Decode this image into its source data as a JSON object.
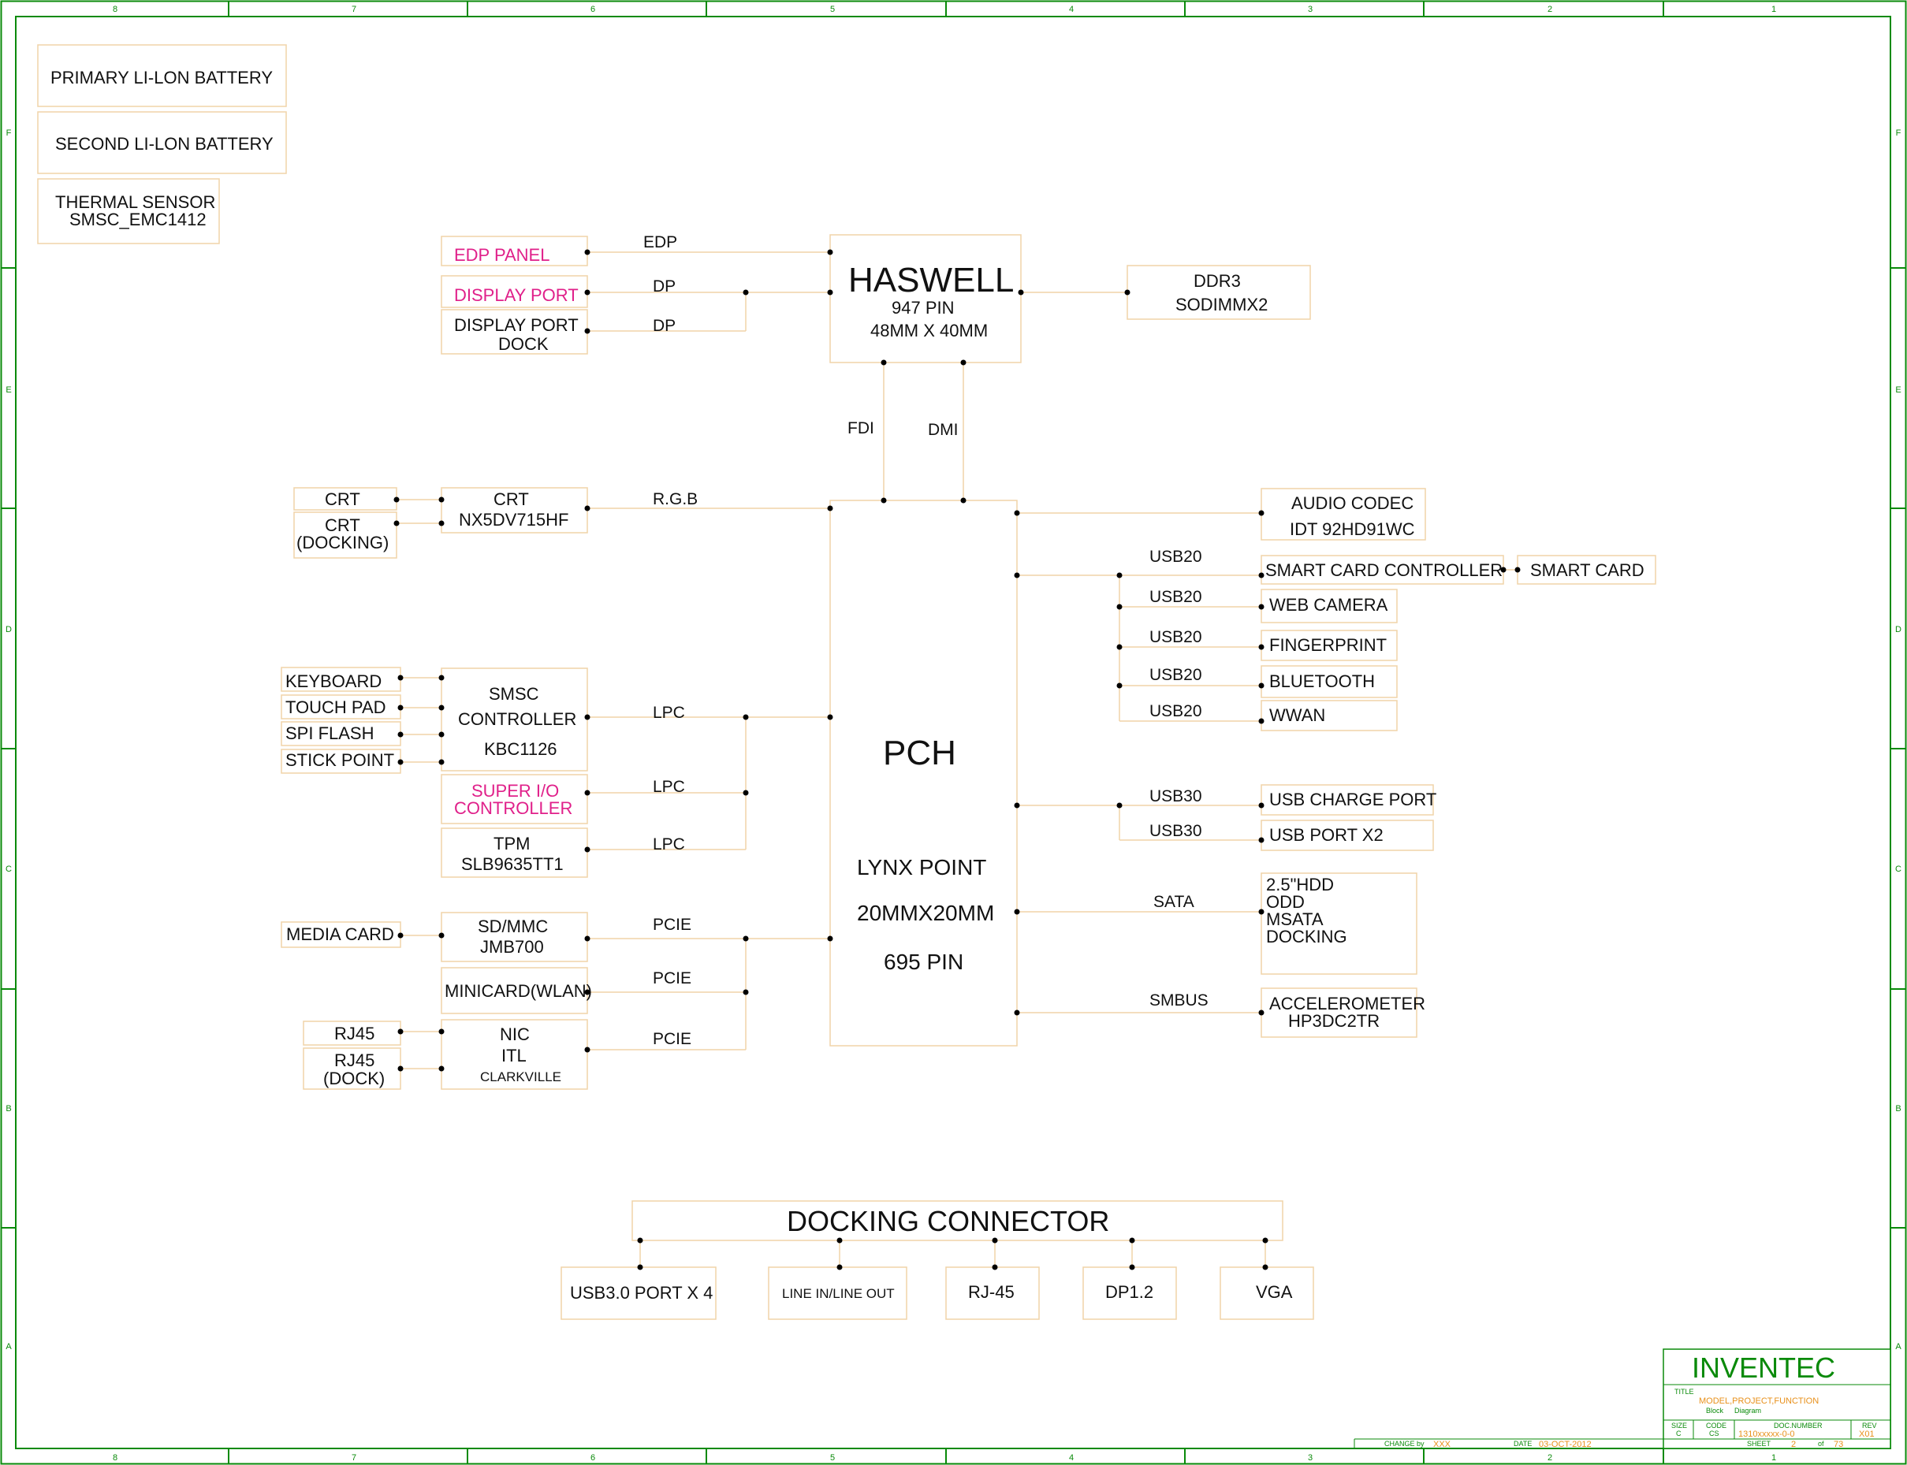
{
  "frame": {
    "columns": [
      "8",
      "7",
      "6",
      "5",
      "4",
      "3",
      "2",
      "1"
    ],
    "rows": [
      "F",
      "E",
      "D",
      "C",
      "B",
      "A"
    ]
  },
  "notes": {
    "battery1": "PRIMARY LI-LON BATTERY",
    "battery2": "SECOND LI-LON BATTERY",
    "thermal_line1": "THERMAL SENSOR",
    "thermal_line2": "SMSC_EMC1412"
  },
  "cpu": {
    "name": "HASWELL",
    "pins": "947 PIN",
    "size": "48MM X 40MM"
  },
  "memory": {
    "line1": "DDR3",
    "line2": "SODIMMX2"
  },
  "display": {
    "edp_panel": "EDP PANEL",
    "display_port": "DISPLAY PORT",
    "dock_line1": "DISPLAY PORT",
    "dock_line2": "DOCK",
    "sig_edp": "EDP",
    "sig_dp1": "DP",
    "sig_dp2": "DP"
  },
  "links": {
    "fdi": "FDI",
    "dmi": "DMI"
  },
  "pch": {
    "name": "PCH",
    "line1": "LYNX POINT",
    "line2": "20MMX20MM",
    "line3": "695 PIN"
  },
  "crt": {
    "crt": "CRT",
    "crt_dock_line1": "CRT",
    "crt_dock_line2": "(DOCKING)",
    "chip_line1": "CRT",
    "chip_line2": "NX5DV715HF",
    "sig": "R.G.B"
  },
  "ec": {
    "keyboard": "KEYBOARD",
    "touchpad": "TOUCH PAD",
    "spiflash": "SPI FLASH",
    "stickpoint": "STICK POINT",
    "line1": "SMSC",
    "line2": "CONTROLLER",
    "line3": "KBC1126",
    "sig": "LPC"
  },
  "superio": {
    "line1": "SUPER I/O",
    "line2": "CONTROLLER",
    "sig": "LPC"
  },
  "tpm": {
    "line1": "TPM",
    "line2": "SLB9635TT1",
    "sig": "LPC"
  },
  "sd": {
    "media": "MEDIA CARD",
    "line1": "SD/MMC",
    "line2": "JMB700",
    "sig": "PCIE"
  },
  "minicard": {
    "label": "MINICARD(WLAN)",
    "sig": "PCIE"
  },
  "nic": {
    "rj45": "RJ45",
    "rj45dock_line1": "RJ45",
    "rj45dock_line2": "(DOCK)",
    "line1": "NIC",
    "line2": "ITL",
    "line3": "CLARKVILLE",
    "sig": "PCIE"
  },
  "right": {
    "audio_line1": "AUDIO CODEC",
    "audio_line2": "IDT 92HD91WC",
    "usb20_1": "USB20",
    "usb20_2": "USB20",
    "usb20_3": "USB20",
    "usb20_4": "USB20",
    "usb20_5": "USB20",
    "smartcard_ctrl": "SMART CARD CONTROLLER",
    "smartcard": "SMART CARD",
    "webcam": "WEB CAMERA",
    "fingerprint": "FINGERPRINT",
    "bluetooth": "BLUETOOTH",
    "wwan": "WWAN",
    "usb30_1": "USB30",
    "usb30_2": "USB30",
    "usb_charge": "USB CHARGE PORT",
    "usb_port": "USB PORT X2",
    "sata": "SATA",
    "storage_line1": "2.5\"HDD",
    "storage_line2": "ODD",
    "storage_line3": "MSATA",
    "storage_line4": "DOCKING",
    "smbus": "SMBUS",
    "accel_line1": "ACCELEROMETER",
    "accel_line2": "HP3DC2TR"
  },
  "dock": {
    "title": "DOCKING CONNECTOR",
    "usb": "USB3.0 PORT X 4",
    "line": "LINE IN/LINE OUT",
    "rj45": "RJ-45",
    "dp": "DP1.2",
    "vga": "VGA"
  },
  "titleblock": {
    "company": "INVENTEC",
    "title_label": "TITLE",
    "title": "MODEL,PROJECT,FUNCTION",
    "subtitle1": "Block",
    "subtitle2": "Diagram",
    "size_label": "SIZE",
    "size": "C",
    "code_label": "CODE",
    "code": "CS",
    "docnum_label": "DOC.NUMBER",
    "docnum": "1310xxxxx-0-0",
    "rev_label": "REV",
    "rev": "X01",
    "changeby_label": "CHANGE by",
    "changeby": "XXX",
    "date_label": "DATE",
    "date": "03-OCT-2012",
    "sheet_label": "SHEET",
    "sheet": "2",
    "of_label": "of",
    "of": "73"
  }
}
